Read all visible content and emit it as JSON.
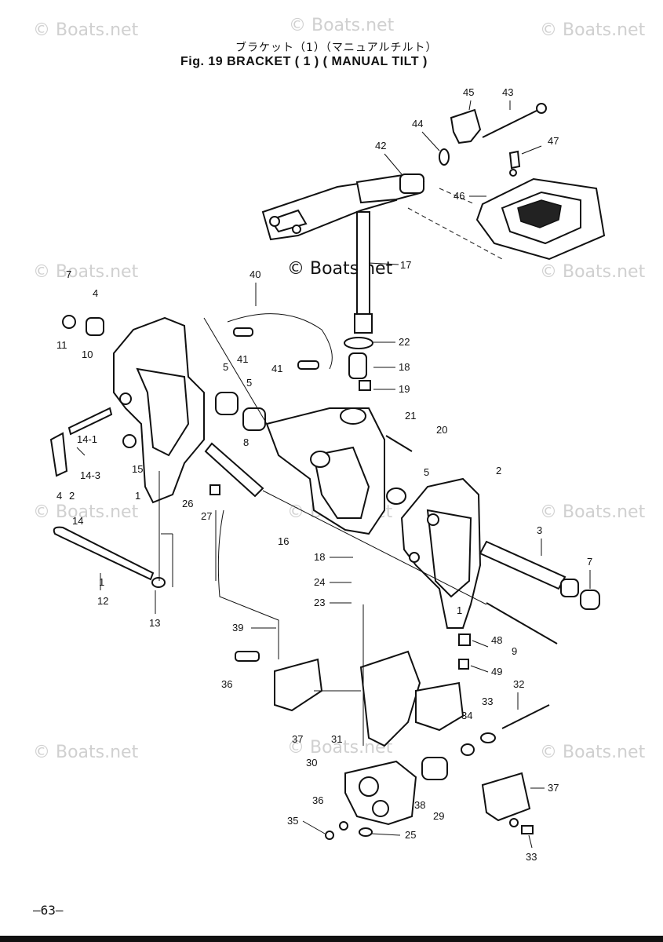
{
  "header": {
    "title_jp": "ブラケット（1）（マニュアルチルト）",
    "title_en": "Fig. 19   BRACKET ( 1 ) ( MANUAL TILT )"
  },
  "watermarks": {
    "text": "© Boats.net",
    "center_text": "© Boats.net"
  },
  "part_numbers": [
    "45",
    "43",
    "44",
    "47",
    "42",
    "46",
    "17",
    "40",
    "7",
    "4",
    "10",
    "11",
    "22",
    "41",
    "5",
    "5",
    "18",
    "41",
    "19",
    "21",
    "20",
    "14-1",
    "15",
    "14-3",
    "8",
    "4",
    "2",
    "5",
    "2",
    "14",
    "26",
    "27",
    "16",
    "3",
    "7",
    "18",
    "24",
    "23",
    "12",
    "13",
    "39",
    "48",
    "9",
    "49",
    "32",
    "33",
    "36",
    "34",
    "37",
    "31",
    "30",
    "37",
    "36",
    "38",
    "35",
    "29",
    "25",
    "33",
    "1",
    "1",
    "1"
  ],
  "footer": {
    "page_number": "—63—"
  }
}
